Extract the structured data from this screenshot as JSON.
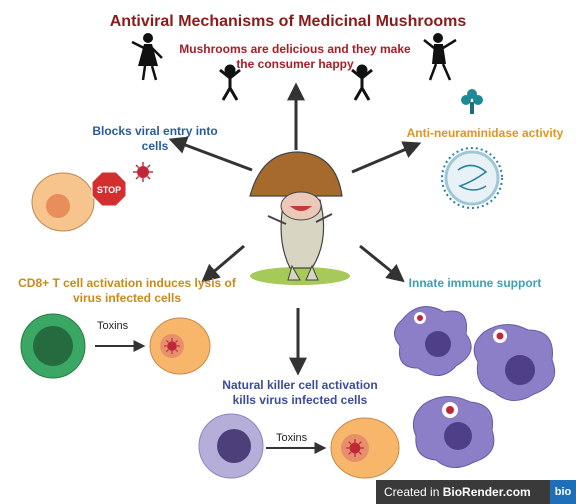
{
  "title": "Antiviral Mechanisms of Medicinal Mushrooms",
  "subtitle": "Mushrooms are delicious and they make the consumer happy",
  "labels": {
    "blocks_entry": "Blocks viral entry into cells",
    "anti_neuraminidase": "Anti-neuraminidase activity",
    "cd8": "CD8+ T cell activation induces lysis of virus infected cells",
    "innate": "Innate immune support",
    "nk": "Natural killer cell activation kills virus infected cells",
    "toxins_1": "Toxins",
    "toxins_2": "Toxins",
    "stop_sign": "STOP"
  },
  "badge": {
    "prefix": "Created in ",
    "brand": "BioRender.com",
    "logo": "bio"
  },
  "colors": {
    "title": "#8b1b1b",
    "subtitle": "#a81e26",
    "blocks": "#2a5b9c",
    "anti": "#e0961a",
    "cd8": "#c98a1a",
    "innate": "#3d9fb5",
    "nk": "#3b4c9c",
    "virus": "#c0283a",
    "infected_cell": "#f5b15e",
    "t_cell": "#2e8b4a",
    "nk_cell": "#a79fd0",
    "macrophage": "#7e6ab8"
  },
  "icons": [
    "dancing-figure-icon",
    "mushroom-character",
    "stop-sign-icon",
    "virus-icon",
    "neuraminidase-icon",
    "cell-icon"
  ]
}
